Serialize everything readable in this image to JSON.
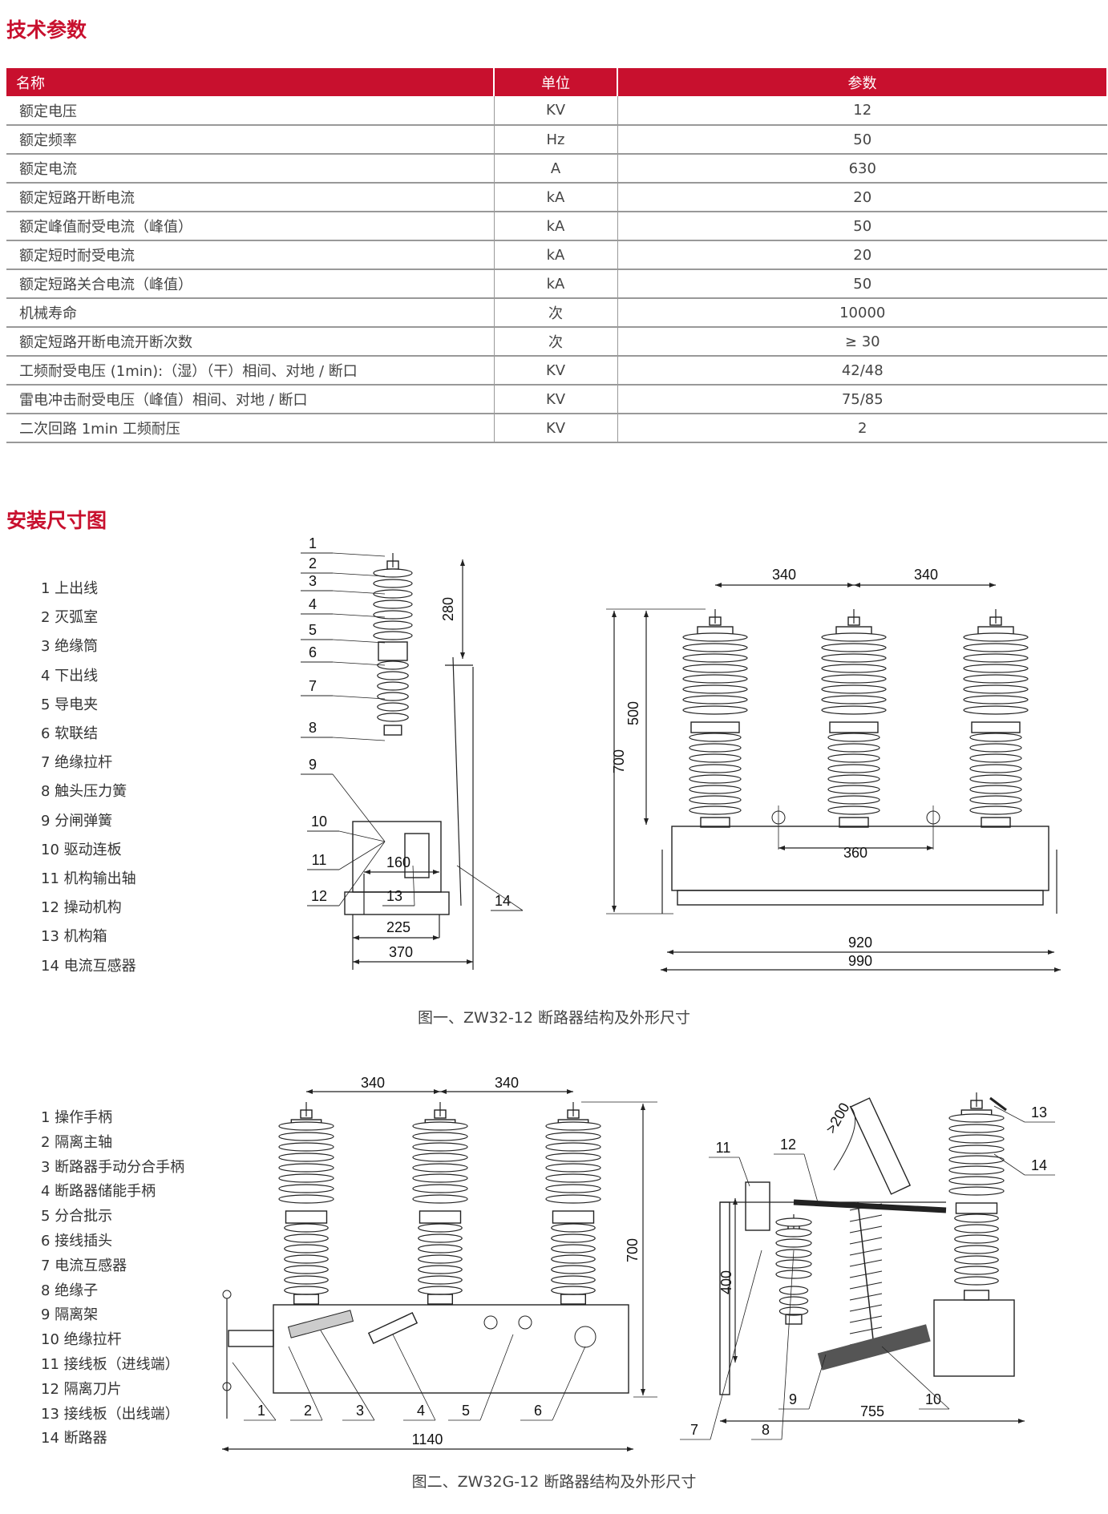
{
  "section1": {
    "title": "技术参数"
  },
  "table": {
    "headers": [
      "名称",
      "单位",
      "参数"
    ],
    "rows": [
      [
        "额定电压",
        "KV",
        "12"
      ],
      [
        "额定频率",
        "Hz",
        "50"
      ],
      [
        "额定电流",
        "A",
        "630"
      ],
      [
        "额定短路开断电流",
        "kA",
        "20"
      ],
      [
        "额定峰值耐受电流（峰值）",
        "kA",
        "50"
      ],
      [
        "额定短时耐受电流",
        "kA",
        "20"
      ],
      [
        "额定短路关合电流（峰值）",
        "kA",
        "50"
      ],
      [
        "机械寿命",
        "次",
        "10000"
      ],
      [
        "额定短路开断电流开断次数",
        "次",
        "≥ 30"
      ],
      [
        "工频耐受电压 (1min):（湿）（干）相间、对地 / 断口",
        "KV",
        "42/48"
      ],
      [
        "雷电冲击耐受电压（峰值）相间、对地 / 断口",
        "KV",
        "75/85"
      ],
      [
        "二次回路 1min 工频耐压",
        "KV",
        "2"
      ]
    ]
  },
  "section2": {
    "title": "安装尺寸图"
  },
  "figure1": {
    "legend": [
      "1 上出线",
      "2 灭弧室",
      "3 绝缘筒",
      "4 下出线",
      "5 导电夹",
      "6 软联结",
      "7 绝缘拉杆",
      "8 触头压力簧",
      "9 分闸弹簧",
      "10 驱动连板",
      "11 机构输出轴",
      "12 操动机构",
      "13 机构箱",
      "14 电流互感器"
    ],
    "callouts": [
      "1",
      "2",
      "3",
      "4",
      "5",
      "6",
      "7",
      "8",
      "9",
      "10",
      "11",
      "12",
      "13",
      "14"
    ],
    "dims_side": [
      "280",
      "160",
      "225",
      "370"
    ],
    "dims_front": [
      "340",
      "340",
      "360",
      "700",
      "500",
      "920",
      "990"
    ],
    "caption": "图一、ZW32-12 断路器结构及外形尺寸"
  },
  "figure2": {
    "legend": [
      "1 操作手柄",
      "2 隔离主轴",
      "3 断路器手动分合手柄",
      "4 断路器储能手柄",
      "5 分合批示",
      "6 接线插头",
      "7 电流互感器",
      "8 绝缘子",
      "9 隔离架",
      "10 绝缘拉杆",
      "11 接线板（进线端）",
      "12 隔离刀片",
      "13 接线板（出线端）",
      "14 断路器"
    ],
    "callouts_front": [
      "1",
      "2",
      "3",
      "4",
      "5",
      "6"
    ],
    "dims_front": [
      "340",
      "340",
      "700",
      "1140"
    ],
    "callouts_side": [
      "7",
      "8",
      "9",
      "10",
      "11",
      "12",
      "13",
      "14"
    ],
    "dims_side": [
      ">200",
      "400",
      "755"
    ],
    "caption": "图二、ZW32G-12 断路器结构及外形尺寸"
  },
  "colors": {
    "accent": "#c8102e"
  }
}
